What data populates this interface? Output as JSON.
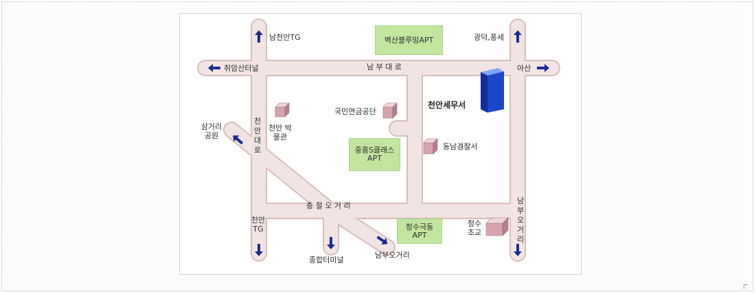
{
  "colors": {
    "road_fill": "#f1e4e2",
    "road_edge": "#d7bdb8",
    "arrow": "#1a2d8f",
    "apt_fill": "#c2e6a0",
    "building": "#d6a3ae",
    "tax_office": "#1c46c8"
  },
  "roads": {
    "nambu_daero": "남 부 대 로",
    "cheonan_daero": "천 안 대 로",
    "chungjeol_ogeori": "충 절 오 거 리",
    "nambu_ogeori_vertical": "남부오거리"
  },
  "directions": {
    "namcheonan_tg": "남천안TG",
    "gwangdeok_pungse": "광덕,풍세",
    "chwiamsan_tunnel": "취암산터널",
    "asan": "아산",
    "samgeori_park": "삼거리 공원",
    "cheonan_tg": "천안 TG",
    "terminal": "종합터미널",
    "nambu_ogeori": "남부오거리"
  },
  "landmarks": {
    "museum": "천안 박물관",
    "nps": "국민연금공단",
    "tax_office": "천안세무서",
    "police": "동남경찰서",
    "school": "청수 초교"
  },
  "apartments": {
    "byeoksan": "벽산블루밍APT",
    "jungheung": "중흥S클래스\nAPT",
    "cheongsu": "청수극동\nAPT"
  }
}
